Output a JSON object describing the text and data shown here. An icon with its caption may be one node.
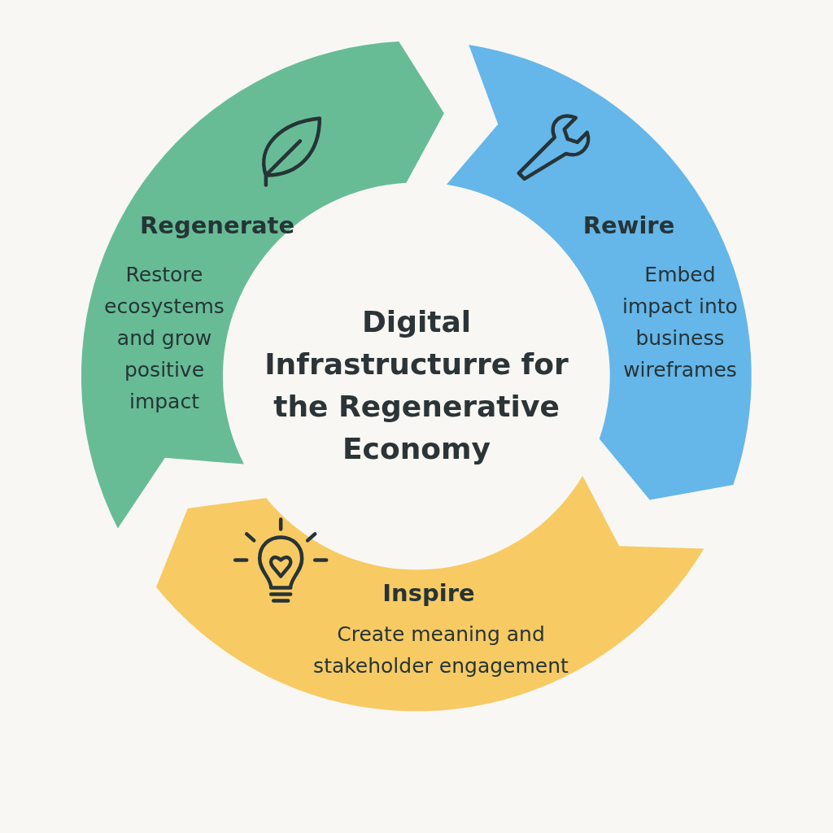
{
  "diagram": {
    "nodes": [
      {
        "text": [
          "Regenerate",
          "Restore ecosystems and grow positive impact"
        ]
      },
      {
        "text": [
          "Rewire",
          "Embed impact into business wireframes"
        ]
      },
      {
        "text": [
          "Inspire",
          "Create meaning and stakeholder engagement"
        ]
      },
      {
        "text": [
          "Digital Infrastructurre for the Regenerative Economy"
        ]
      }
    ]
  }
}
